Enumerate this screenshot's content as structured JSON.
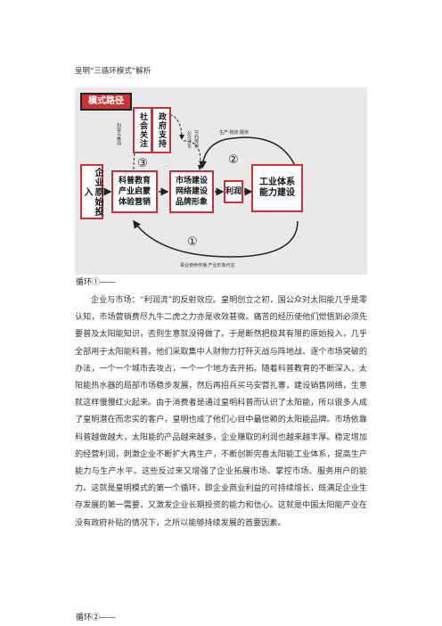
{
  "page_title": "皇明“三循环模式”解析",
  "diagram": {
    "badge": "模式路径",
    "boxes": {
      "social": "社会关注",
      "government": "政府支持",
      "initial_investment": "企业原始投入",
      "education": "科普教育产业启蒙体验营销",
      "market": "市场建设网络建设品牌形象",
      "profit": "利润",
      "industry": "工业体系能力建设"
    },
    "labels": {
      "profit_mutual": "利导与推动",
      "policy": "节约保护",
      "public": "公众评论",
      "top_flow": "生产·物流·服务",
      "bottom_flow": "事业使命传播·产业形象代言"
    },
    "circled": [
      "③",
      "②",
      "①"
    ]
  },
  "section1_heading": "循环①——",
  "section1_body": "企业与市场：“利润流”的反射效应。皇明创立之初，国公众对太阳能几乎是零认知，市场营销费尽九牛二虎之力亦是收效甚微。痛苦的经历使他们觉悟到必须先要普及太阳能知识，否则生意就没得做了。于是断然把极其有限的原始投入，几乎全部用于太阳能科普。他们采取集中人财物力打歼灭战与阵地战、逐个市场突破的办法，一个一个城市去攻占，一个一个地方去开拓。随着科普教育的不断深入，太阳能热水器的局部市场稳步发展，然后再招兵买马安营扎寨，建设销售网络，生意就这样慢慢红火起来。由于消费者是通过皇明科普而认识了太阳能，所以很多人成了皇明潜在而忠实的客户，皇明也成了他们心目中最信赖的太阳能品牌。市场依靠科普越做越大，太阳能的产品越来越多，企业赚取的利润也越来越丰厚。稳定增加的经营利润，刺激企业不断扩大再生产，不断创新完善太阳能工业体系，提高生产能力与生产水平。这些反过来又增强了企业拓展市场、掌控市场、服务用户的能力。这就是皇明模式的第一个循环，即企业商业利益的可持续增长，既满足企业生存发展的第一需要，又激发企业长期投资的能力和信心。这就是中国太阳能产业在没有政府补贴的情况下，之所以能够持续发展的首要因素。",
  "section2_heading": "循环②——"
}
